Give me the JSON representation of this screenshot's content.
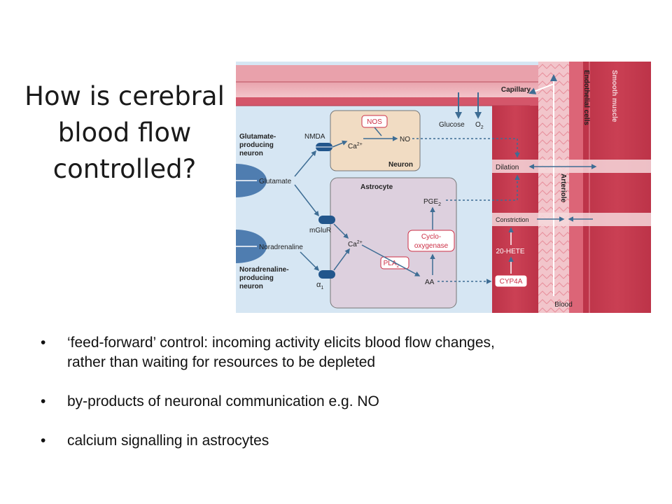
{
  "title": {
    "lines": [
      "How is cerebral",
      "blood flow",
      "controlled?"
    ]
  },
  "diagram": {
    "capillary": "Capillary",
    "glucose": "Glucose",
    "o2_base": "O",
    "o2_sub": "2",
    "endothelial_cells": "Endothelial cells",
    "smooth_muscle": "Smooth muscle",
    "arteriole": "Arteriole",
    "blood": "Blood",
    "dilation": "Dilation",
    "constriction": "Constriction",
    "glutamate_neuron": [
      "Glutamate-",
      "producing",
      "neuron"
    ],
    "glutamate": "Glutamate",
    "noradrenaline": "Noradrenaline",
    "noradrenaline_neuron": [
      "Noradrenaline-",
      "producing",
      "neuron"
    ],
    "nmda": "NMDA",
    "mglur": "mGluR",
    "alpha1_base": "α",
    "alpha1_sub": "1",
    "neuron": "Neuron",
    "nos": "NOS",
    "ca_base": "Ca",
    "ca_sup": "2+",
    "no": "NO",
    "astrocyte": "Astrocyte",
    "pge2_base": "PGE",
    "pge2_sub": "2",
    "cyclooxygenase": [
      "Cyclo-",
      "oxygenase"
    ],
    "pla2_base": "PLA",
    "pla2_sub": "2",
    "aa": "AA",
    "hete": "20-HETE",
    "cyp4a": "CYP4A"
  },
  "bullets": [
    {
      "bullet": "•",
      "lines": [
        "‘feed-forward’ control: incoming activity elicits blood flow changes,",
        "rather than waiting for resources to be depleted"
      ]
    },
    {
      "bullet": "•",
      "lines": [
        "by-products of neuronal communication e.g. NO"
      ]
    },
    {
      "bullet": "•",
      "lines": [
        "calcium signalling in astrocytes"
      ]
    }
  ],
  "colors": {
    "diagram_background": "#d6e6f3",
    "vessel": "#c0374b",
    "neuron_box": "#f1dcc3",
    "astrocyte_box": "#ddd0de",
    "arrow": "#3e6d94",
    "enzyme_label": "#cc2e45",
    "receptor": "#22568c"
  }
}
